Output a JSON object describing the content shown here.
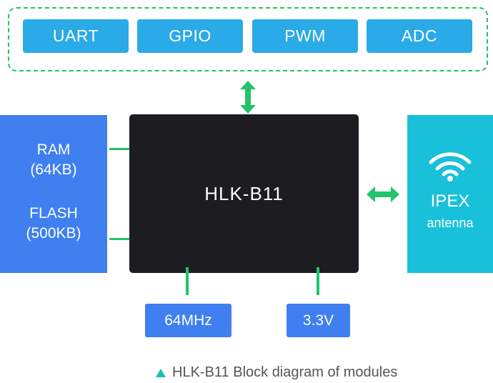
{
  "peripherals": [
    "UART",
    "GPIO",
    "PWM",
    "ADC"
  ],
  "memory": {
    "ram_label": "RAM",
    "ram_size": "(64KB)",
    "flash_label": "FLASH",
    "flash_size": "(500KB)"
  },
  "chip": {
    "label": "HLK-B11"
  },
  "antenna": {
    "title": "IPEX",
    "subtitle": "antenna",
    "icon": "wifi-icon"
  },
  "specs": {
    "clock": "64MHz",
    "voltage": "3.3V"
  },
  "caption": "HLK-B11 Block diagram of modules",
  "colors": {
    "accent_green": "#22c36b",
    "peripheral_blue": "#2aaae6",
    "memory_blue": "#3f7ff0",
    "chip_black": "#1d1c20",
    "antenna_cyan": "#19c0da"
  }
}
